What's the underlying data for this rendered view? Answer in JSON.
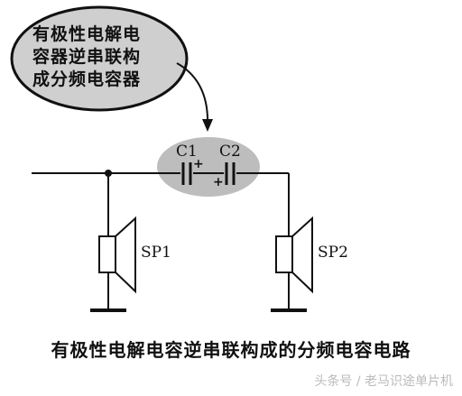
{
  "callout": {
    "lines": [
      "有极性电解电",
      "容器逆串联构",
      "成分频电容器"
    ]
  },
  "components": {
    "c1": "C1",
    "c2": "C2",
    "plus1": "+",
    "plus2": "+",
    "sp1": "SP1",
    "sp2": "SP2"
  },
  "caption": "有极性电解电容逆串联构成的分频电容电路",
  "watermark": "头条号 / 老马识途单片机",
  "colors": {
    "ellipse_fill": "#bdbdbd",
    "line": "#111111",
    "callout_fill": "#cfcfcf"
  }
}
